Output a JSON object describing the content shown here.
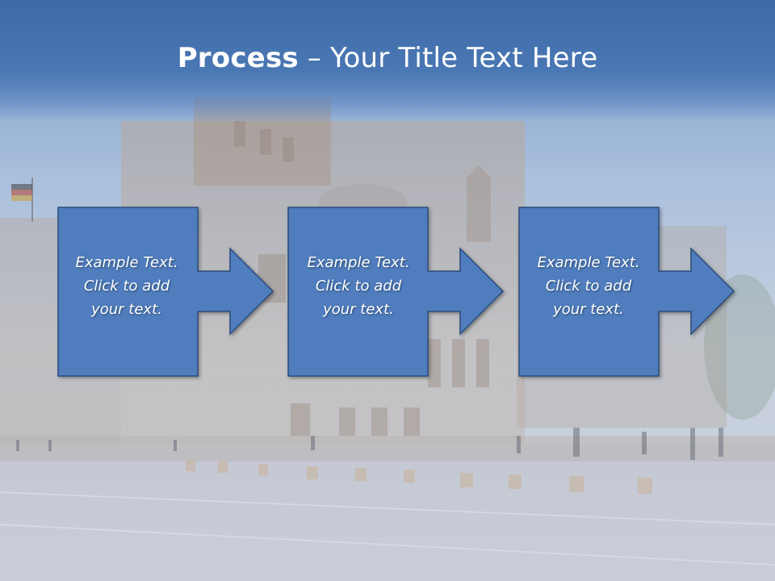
{
  "slide": {
    "title_bold": "Process",
    "title_rest": " – Your Title Text Here",
    "steps": [
      {
        "line1": "Example Text.",
        "line2": "Click  to add",
        "line3": "your text."
      },
      {
        "line1": "Example Text.",
        "line2": "Click  to add",
        "line3": "your text."
      },
      {
        "line1": "Example Text.",
        "line2": "Click  to add",
        "line3": "your text."
      }
    ]
  },
  "colors": {
    "title_band": "#4a78b4",
    "box_fill": "#4f7dbd",
    "box_stroke": "#2c4c7c",
    "text": "#ffffff"
  }
}
